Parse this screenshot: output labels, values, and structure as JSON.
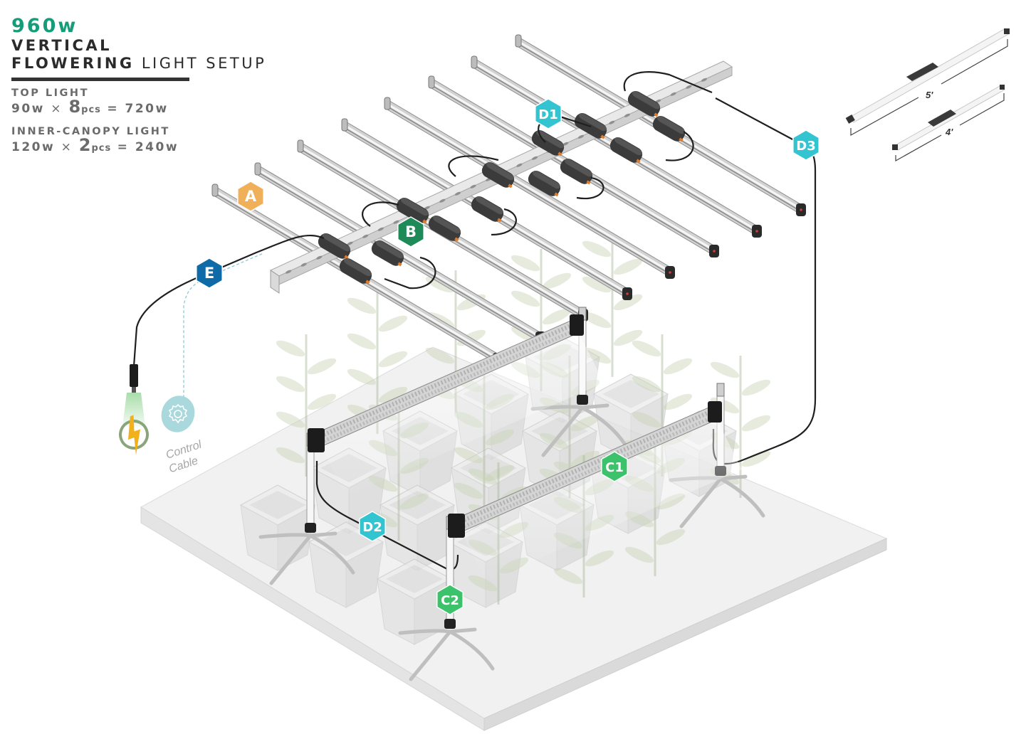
{
  "title": {
    "wattage": "960w",
    "line1": "VERTICAL",
    "line2_bold": "FLOWERING",
    "line2_rest": " LIGHT SETUP"
  },
  "specs": [
    {
      "label": "TOP LIGHT",
      "watt": "90w",
      "times": "×",
      "count": "8",
      "unit": "pcs",
      "equals": "=",
      "total": "720w"
    },
    {
      "label": "INNER-CANOPY LIGHT",
      "watt": "120w",
      "times": "×",
      "count": "2",
      "unit": "pcs",
      "equals": "=",
      "total": "240w"
    }
  ],
  "legend_inset": {
    "bars": [
      {
        "length_label": "5'"
      },
      {
        "length_label": "4'"
      }
    ]
  },
  "badges": {
    "A": {
      "text": "A",
      "color": "#f0b05a",
      "meaning": "top light bar"
    },
    "B": {
      "text": "B",
      "color": "#1e8a57",
      "meaning": "mounting rail"
    },
    "C1": {
      "text": "C1",
      "color": "#3cc26a",
      "meaning": "inner-canopy light"
    },
    "C2": {
      "text": "C2",
      "color": "#3cc26a",
      "meaning": "inner-canopy stand"
    },
    "D1": {
      "text": "D1",
      "color": "#33c4d1",
      "meaning": "daisy-chain cable"
    },
    "D2": {
      "text": "D2",
      "color": "#33c4d1",
      "meaning": "daisy-chain cable"
    },
    "D3": {
      "text": "D3",
      "color": "#33c4d1",
      "meaning": "daisy-chain cable"
    },
    "E": {
      "text": "E",
      "color": "#0f6aa8",
      "meaning": "power cable"
    }
  },
  "control_cable": {
    "line1": "Control",
    "line2": "Cable",
    "icon": "gear-icon",
    "color": "#a9d8dd"
  },
  "power": {
    "icon": "lightning-icon",
    "bolt_color": "#f2b11a",
    "ring_color": "#8aa57a"
  },
  "colors": {
    "accent": "#179c7a",
    "bar_body": "#c9c9c9",
    "driver": "#3a3a3a",
    "cable": "#1e1e1e",
    "floor": "#efefef"
  }
}
